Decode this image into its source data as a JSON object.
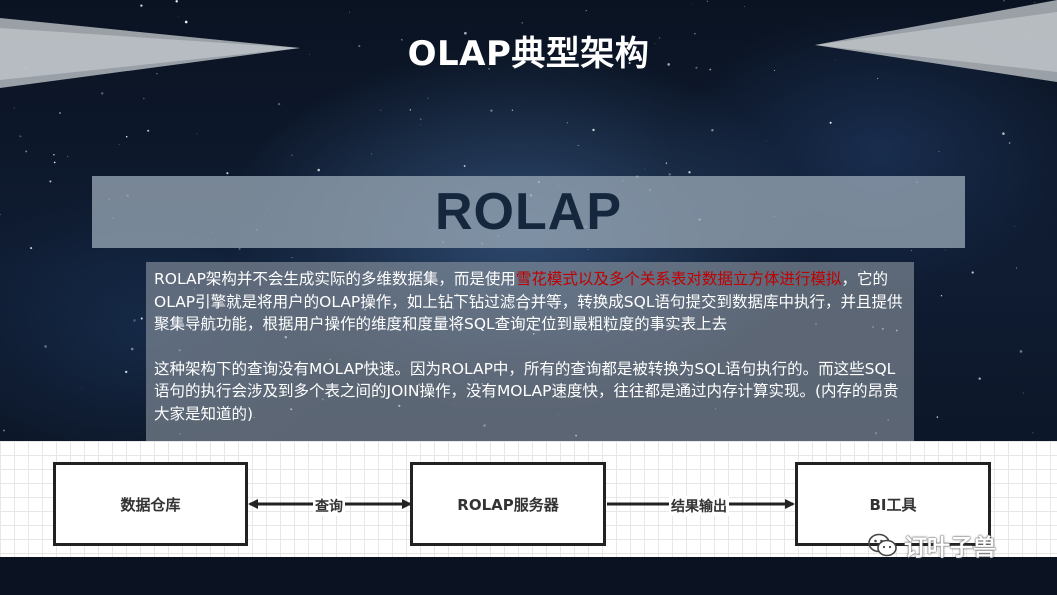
{
  "slide": {
    "title": "OLAP典型架构"
  },
  "banner": {
    "label": "ROLAP"
  },
  "paragraph1": {
    "before": "ROLAP架构并不会生成实际的多维数据集，而是使用",
    "highlight": "雪花模式以及多个关系表对数据立方体进行模拟",
    "after": "，它的OLAP引擎就是将用户的OLAP操作，如上钻下钻过滤合并等，转换成SQL语句提交到数据库中执行，并且提供聚集导航功能，根据用户操作的维度和度量将SQL查询定位到最粗粒度的事实表上去"
  },
  "paragraph2": {
    "text": "这种架构下的查询没有MOLAP快速。因为ROLAP中，所有的查询都是被转换为SQL语句执行的。而这些SQL语句的执行会涉及到多个表之间的JOIN操作，没有MOLAP速度快，往往都是通过内存计算实现。(内存的昂贵大家是知道的)"
  },
  "diagram": {
    "box_warehouse": "数据仓库",
    "box_server": "ROLAP服务器",
    "box_bi": "BI工具",
    "arrow_query": "查询",
    "arrow_output": "结果输出"
  },
  "watermark": {
    "text": "订叶子兽",
    "icon": "wechat-icon"
  },
  "colors": {
    "highlight": "#c00000",
    "banner_text": "#14273d",
    "background": "#0b1424"
  }
}
